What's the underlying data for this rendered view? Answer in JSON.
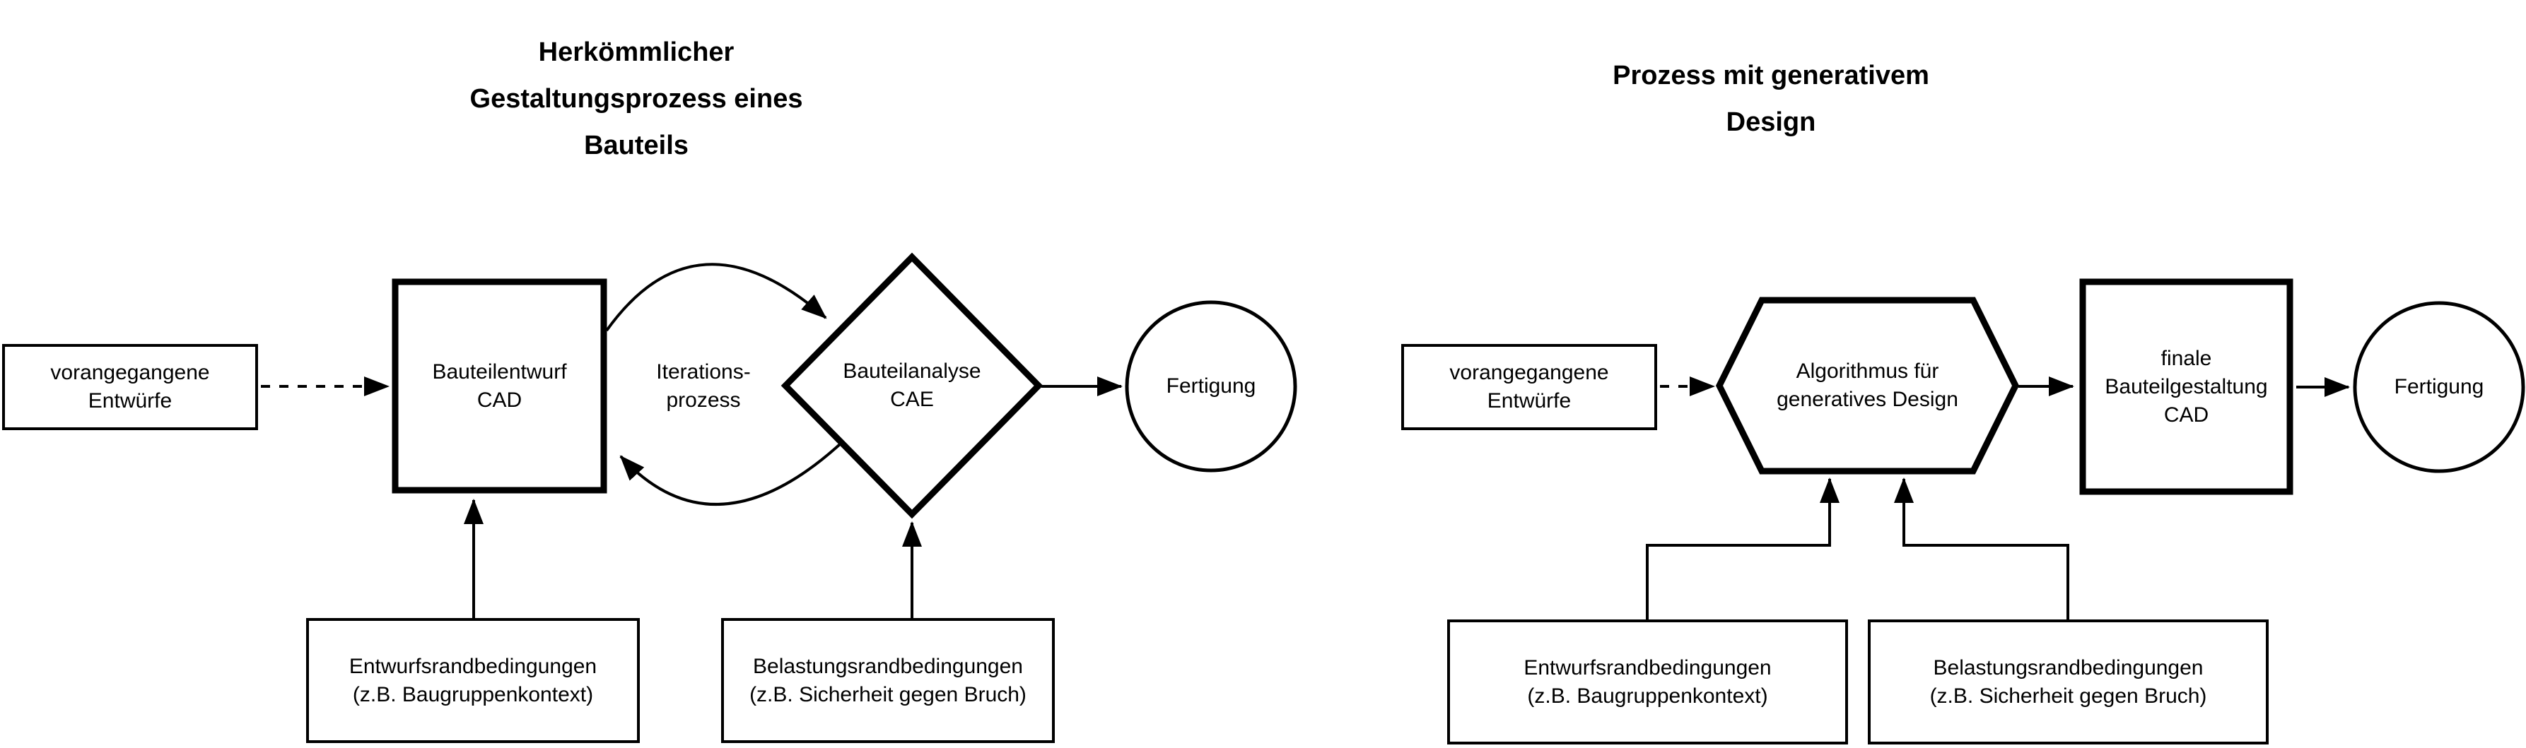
{
  "page": {
    "background_color": "#ffffff",
    "line_color": "#000000",
    "text_color": "#000000"
  },
  "left_chart": {
    "title": "Herkömmlicher\nGestaltungsprozess eines\nBauteils",
    "nodes": {
      "previous_designs": "vorangegangene\nEntwürfe",
      "part_design_cad": "Bauteilentwurf\nCAD",
      "iteration_label": "Iterations-\nprozess",
      "part_analysis_cae": "Bauteilanalyse\nCAE",
      "manufacturing": "Fertigung",
      "design_constraints": "Entwurfsrandbedingungen\n(z.B. Baugruppenkontext)",
      "load_constraints": "Belastungsrandbedingungen\n(z.B. Sicherheit gegen Bruch)"
    }
  },
  "right_chart": {
    "title": "Prozess mit generativem\nDesign",
    "nodes": {
      "previous_designs": "vorangegangene\nEntwürfe",
      "generative_algorithm": "Algorithmus für\ngeneratives Design",
      "final_part_design_cad": "finale\nBauteilgestaltung\nCAD",
      "manufacturing": "Fertigung",
      "design_constraints": "Entwurfsrandbedingungen\n(z.B. Baugruppenkontext)",
      "load_constraints": "Belastungsrandbedingungen\n(z.B. Sicherheit gegen Bruch)"
    }
  }
}
